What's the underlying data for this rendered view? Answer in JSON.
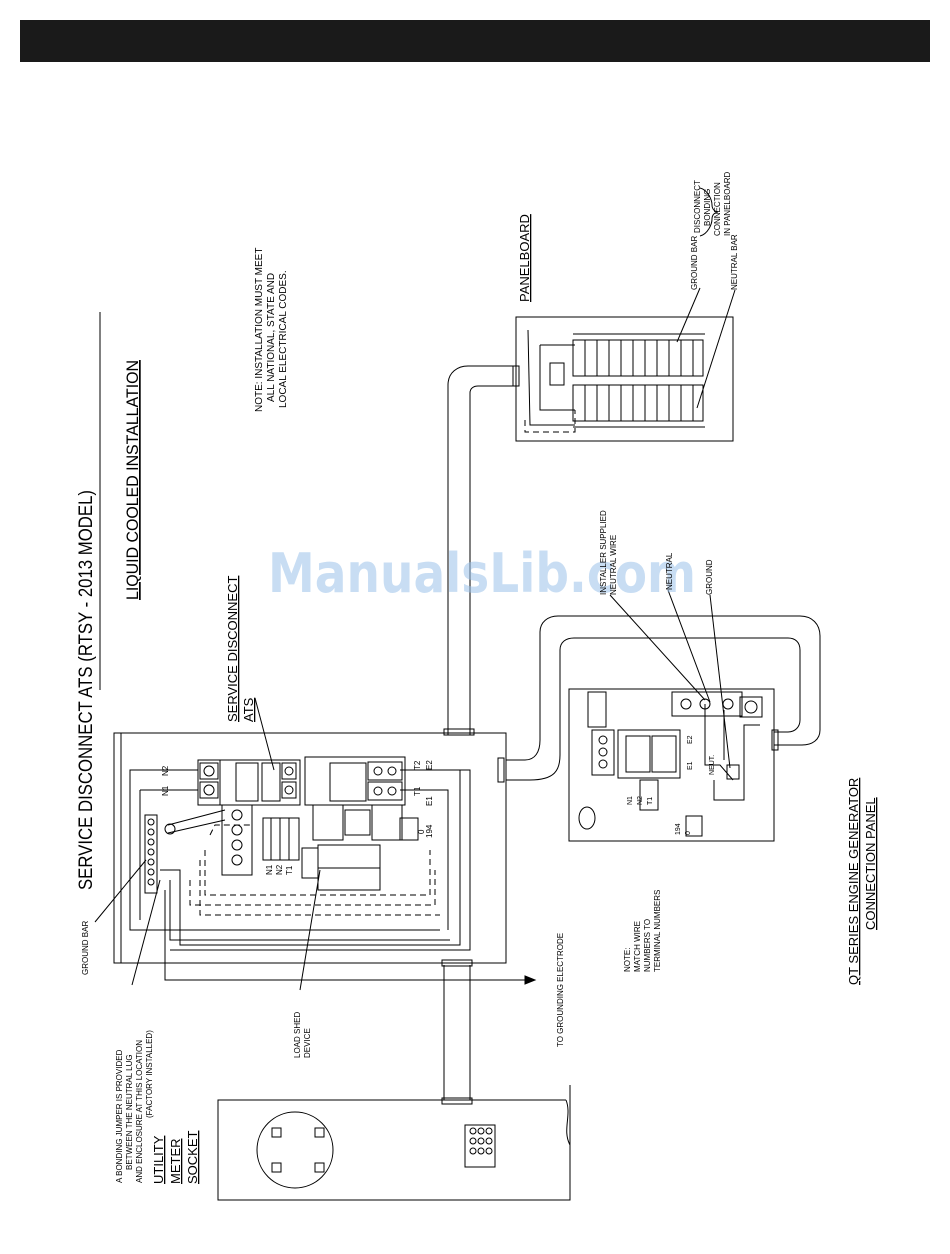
{
  "header": {
    "bar_color": "#1a1a1a"
  },
  "title": {
    "main": "SERVICE DISCONNECT ATS (RTSY - 2013 MODEL)",
    "sub": "LIQUID COOLED INSTALLATION"
  },
  "note_codes": [
    "NOTE: INSTALLATION MUST MEET",
    "ALL NATIONAL, STATE AND",
    "LOCAL ELECTRICAL CODES."
  ],
  "panelboard": {
    "title": "PANELBOARD",
    "ground_bar": "GROUND BAR",
    "neutral_bar": "NEUTRAL BAR",
    "disconnect": [
      "DISCONNECT",
      "BONDING",
      "CONNECTION",
      "IN PANELBOARD"
    ]
  },
  "ats": {
    "title": [
      "SERVICE DISCONNECT",
      "ATS"
    ],
    "ground_bar": "GROUND BAR",
    "terminals": {
      "n1": "N1",
      "n2": "N2",
      "e1": "E1",
      "e2": "E2",
      "t1": "T1",
      "t2": "T2",
      "n1b": "N1",
      "n2b": "N2",
      "t1b": "T1",
      "c023": "0",
      "c194": "194"
    }
  },
  "load_shed": [
    "LOAD SHED",
    "DEVICE"
  ],
  "bonding_note": [
    "A BONDING JUMPER IS PROVIDED",
    "BETWEEN THE NEUTRAL LUG",
    "AND ENCLOSURE AT THIS LOCATION",
    "(FACTORY INSTALLED)"
  ],
  "electrode": "TO GROUNDING ELECTRODE",
  "utility": [
    "UTILITY",
    "METER",
    "SOCKET"
  ],
  "generator": {
    "title": [
      "QT SERIES ENGINE GENERATOR",
      "CONNECTION PANEL"
    ],
    "labels": {
      "e1": "E1",
      "e2": "E2",
      "neut": "NEUT.",
      "n1": "N1",
      "n2": "N2",
      "t1": "T1",
      "c0": "0",
      "c194": "194"
    },
    "installer_wire": [
      "INSTALLER SUPPLIED",
      "NEUTRAL WIRE"
    ],
    "neutral": "NEUTRAL",
    "ground": "GROUND"
  },
  "note_match": [
    "NOTE:",
    "MATCH WIRE",
    "NUMBERS TO",
    "TERMINAL NUMBERS"
  ],
  "watermark": "ManualsLib.com"
}
